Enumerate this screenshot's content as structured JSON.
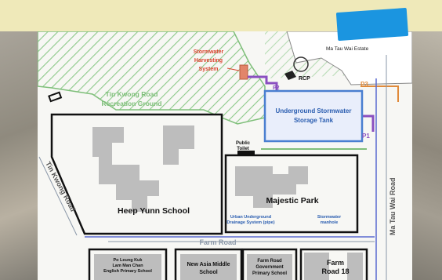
{
  "labels": {
    "stormwater_harvesting": [
      "Stormwater",
      "Harvesting",
      "System"
    ],
    "estate": "Ma Tau Wai Estate",
    "recreation_ground": [
      "Tin Kwong Road",
      "Recreation Ground"
    ],
    "storage_tank": [
      "Underground Stormwater",
      "Storage Tank"
    ],
    "public_toilet": [
      "Public",
      "Toilet"
    ],
    "majestic_park": "Majestic Park",
    "heep_yunn": "Heep Yunn School",
    "tin_kwong_road": "Tin Kwong Road",
    "ma_tau_wai_road": "Ma Tau Wai Road",
    "farm_road": "Farm Road",
    "urban_drainage": [
      "Urban Underground",
      "Drainage System (pipe)"
    ],
    "stormwater_manhole": [
      "Stormwater",
      "manhole"
    ],
    "pui_ching_school": [
      "Po Leung Kuk",
      "Lam Man Chan",
      "English Primary School"
    ],
    "new_asia": [
      "New Asia Middle",
      "School"
    ],
    "farm_road_gov": [
      "Farm Road",
      "Government",
      "Primary School"
    ],
    "farm_road_18": [
      "Farm",
      "Road 18"
    ],
    "rcp": "RCP",
    "p1": "P1",
    "p2": "P2",
    "p3": "P3"
  },
  "colors": {
    "green": "#7fbf7a",
    "blue_tank": "#4a7fd0",
    "purple": "#8a4fc0",
    "orange": "#e08a3a",
    "red_text": "#d9422c",
    "dark": "#1e1e1e",
    "grey_building": "#bdbdbd",
    "blue_tag": "#1b95e0"
  }
}
